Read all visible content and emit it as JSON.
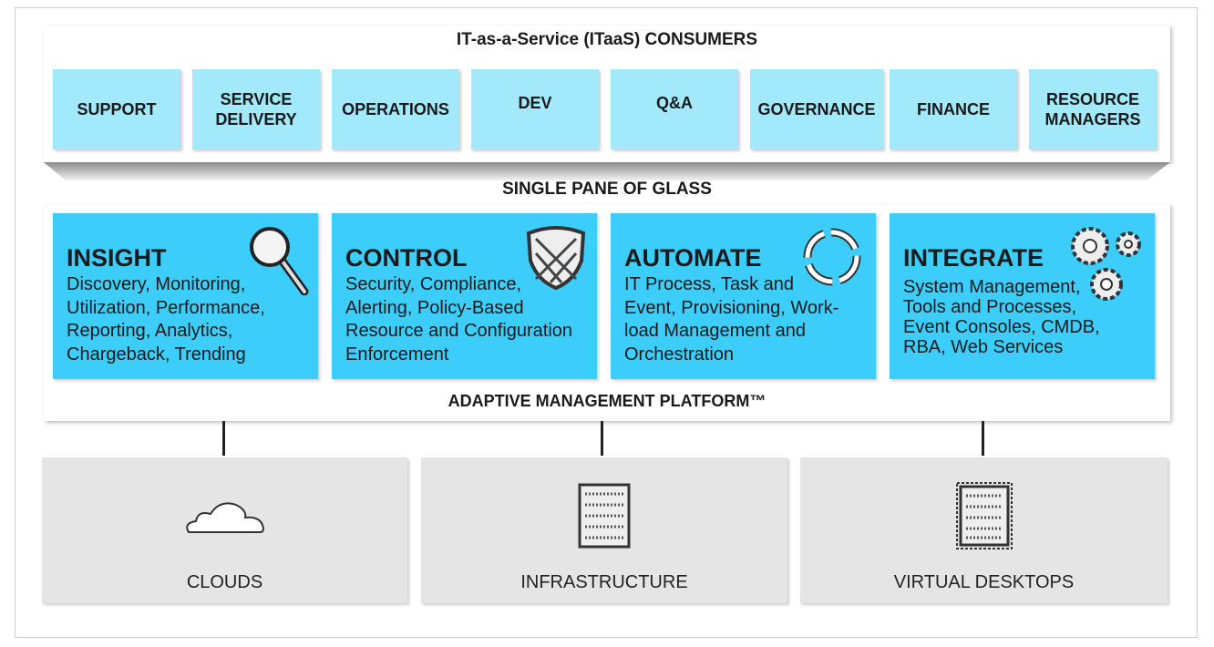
{
  "consumers": {
    "title": "IT-as-a-Service (ITaaS) CONSUMERS",
    "items": [
      "SUPPORT",
      "SERVICE\nDELIVERY",
      "OPERATIONS",
      "DEV",
      "Q&A",
      "GOVERNANCE",
      "FINANCE",
      "RESOURCE\nMANAGERS"
    ]
  },
  "pane_label": "SINGLE PANE OF GLASS",
  "platform": {
    "label": "ADAPTIVE MANAGEMENT PLATFORM™",
    "modules": [
      {
        "title": "INSIGHT",
        "desc": "Discovery, Monitoring,\nUtilization, Performance,\nReporting, Analytics,\nChargeback, Trending",
        "icon": "magnifier-icon"
      },
      {
        "title": "CONTROL",
        "desc": "Security, Compliance,\nAlerting, Policy-Based\nResource and Configuration\nEnforcement",
        "icon": "shield-icon"
      },
      {
        "title": "AUTOMATE",
        "desc": "IT Process, Task and\nEvent, Provisioning, Work-\nload Management and\nOrchestration",
        "icon": "cycle-arrows-icon"
      },
      {
        "title": "INTEGRATE",
        "desc": "System Management,\nTools and Processes,\nEvent Consoles, CMDB,\nRBA, Web Services",
        "icon": "gears-icon"
      }
    ]
  },
  "resources": [
    {
      "label": "CLOUDS",
      "icon": "cloud-icon"
    },
    {
      "label": "INFRASTRUCTURE",
      "icon": "server-icon"
    },
    {
      "label": "VIRTUAL DESKTOPS",
      "icon": "virtual-server-icon"
    }
  ],
  "colors": {
    "consumer": "#a2e9fb",
    "module": "#3dcdfb",
    "resource": "#e5e5e5"
  }
}
